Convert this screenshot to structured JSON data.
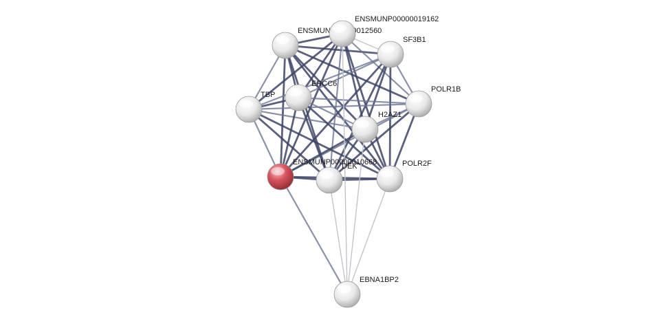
{
  "network": {
    "colors": {
      "query_node": "#d9545d",
      "other_node": "#f0f0f0",
      "edge_strong": "#3d4466",
      "edge_medium": "#6e7594",
      "edge_weak": "#c2c4cc"
    },
    "nodes": [
      {
        "id": "n_012560",
        "label": "ENSMUNP00000012560",
        "query": false
      },
      {
        "id": "n_019162",
        "label": "ENSMUNP00000019162",
        "query": false
      },
      {
        "id": "n_sf3b1",
        "label": "SF3B1",
        "query": false
      },
      {
        "id": "n_polr1b",
        "label": "POLR1B",
        "query": false
      },
      {
        "id": "n_tbp",
        "label": "TBP",
        "query": false
      },
      {
        "id": "n_ercc6",
        "label": "ERCC6",
        "query": false
      },
      {
        "id": "n_h2az1",
        "label": "H2AZ1",
        "query": false
      },
      {
        "id": "n_010668",
        "label": "ENSMUNP00000010668",
        "query": true
      },
      {
        "id": "n_dek",
        "label": "DEK",
        "query": false
      },
      {
        "id": "n_polr2f",
        "label": "POLR2F",
        "query": false
      },
      {
        "id": "n_ebna1bp2",
        "label": "EBNA1BP2",
        "query": false
      }
    ]
  }
}
